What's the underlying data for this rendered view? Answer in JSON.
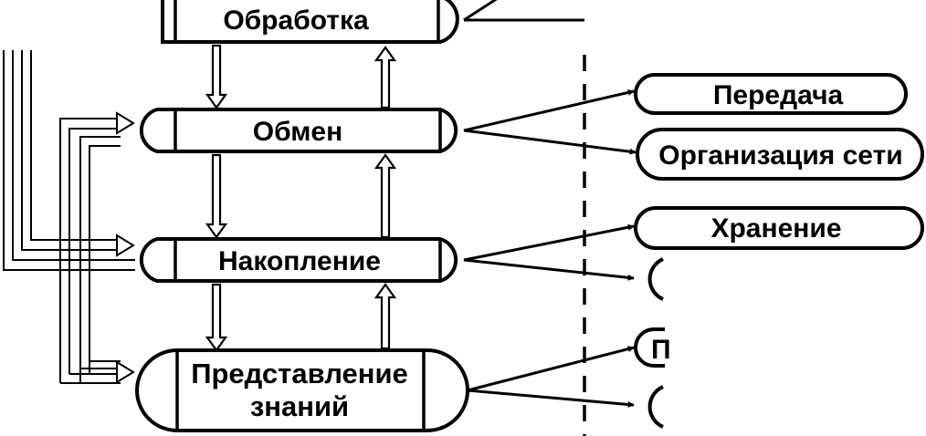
{
  "process_nodes": {
    "processing": "Обработка",
    "exchange": "Обмен",
    "accumulation": "Накопление",
    "knowledge_line1": "Представление",
    "knowledge_line2": "знаний"
  },
  "function_nodes": {
    "transmission": "Передача",
    "networking": "Организация сети",
    "storage": "Хранение",
    "partial_p": "П"
  },
  "colors": {
    "stroke": "#000000",
    "background": "#ffffff"
  }
}
